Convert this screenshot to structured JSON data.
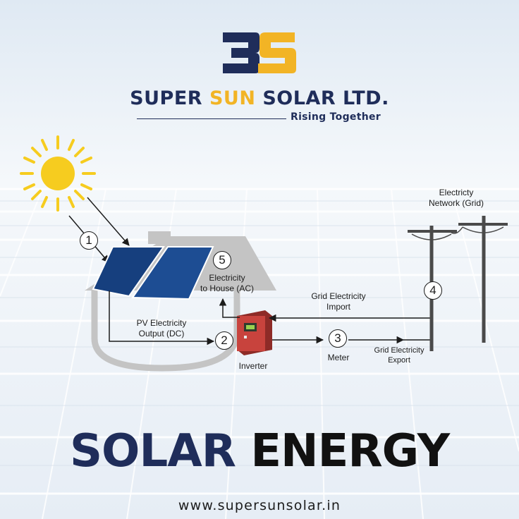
{
  "brand": {
    "logo_text": "3S",
    "name_part1": "SUPER ",
    "name_highlight": "SUN",
    "name_part2": " SOLAR LTD.",
    "tagline": "Rising Together"
  },
  "diagram": {
    "step1": "1",
    "step2": "2",
    "step3": "3",
    "step4": "4",
    "step5": "5",
    "grid_label_line1": "Electricty",
    "grid_label_line2": "Network (Grid)",
    "house_label_line1": "Electricity",
    "house_label_line2": "to House (AC)",
    "import_label_line1": "Grid Electricity",
    "import_label_line2": "Import",
    "pv_label_line1": "PV Electricity",
    "pv_label_line2": "Output (DC)",
    "inverter_label": "Inverter",
    "meter_label": "Meter",
    "export_label_line1": "Grid Electricity",
    "export_label_line2": "Export"
  },
  "title": {
    "word1": "SOLAR",
    "word2": "ENERGY"
  },
  "footer": {
    "url": "www.supersunsolar.in"
  },
  "colors": {
    "navy": "#1f2d5a",
    "gold": "#f2b425",
    "sun": "#f6cc1f",
    "inverter_red": "#c8433d",
    "panel_blue": "#163f7e"
  }
}
